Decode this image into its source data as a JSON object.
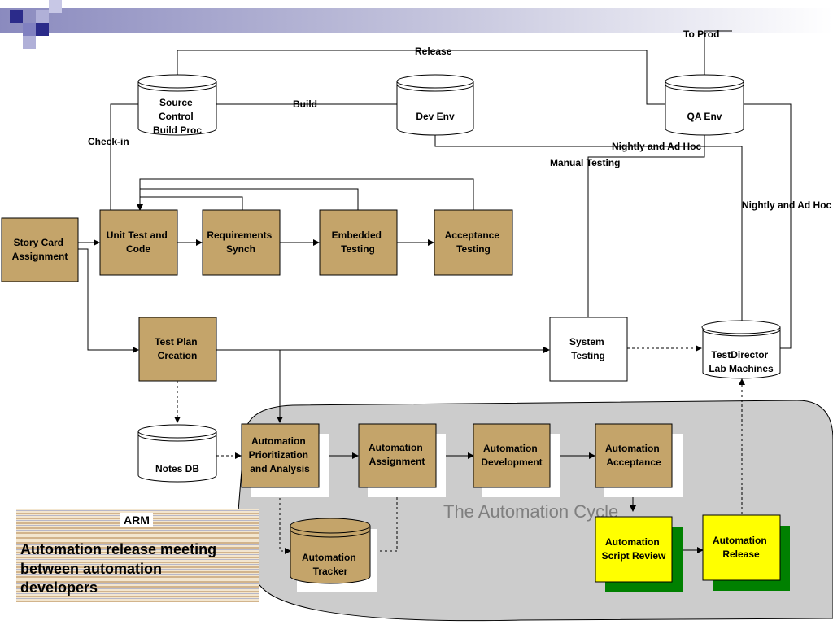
{
  "colors": {
    "box_fill": "#c4a46a",
    "yellow_fill": "#ffff00",
    "green_shadow": "#008000",
    "cloud_fill": "#cccccc",
    "line": "#000000",
    "cycle_label": "#7f7f7f",
    "header_start": "#2b2b8a"
  },
  "nodes": {
    "source_control": [
      "Source",
      "Control",
      "Build Proc"
    ],
    "dev_env": "Dev Env",
    "qa_env": "QA Env",
    "story_card": [
      "Story Card",
      "Assignment"
    ],
    "unit_test": [
      "Unit Test and",
      "Code"
    ],
    "req_synch": [
      "Requirements",
      "Synch"
    ],
    "embedded": [
      "Embedded",
      "Testing"
    ],
    "acceptance": [
      "Acceptance",
      "Testing"
    ],
    "test_plan": [
      "Test Plan",
      "Creation"
    ],
    "system_testing": [
      "System",
      "Testing"
    ],
    "testdirector": [
      "TestDirector",
      "Lab Machines"
    ],
    "notes_db": "Notes DB",
    "auto_prior": [
      "Automation",
      "Prioritization",
      "and Analysis"
    ],
    "auto_assign": [
      "Automation",
      "Assignment"
    ],
    "auto_dev": [
      "Automation",
      "Development"
    ],
    "auto_accept": [
      "Automation",
      "Acceptance"
    ],
    "auto_tracker": [
      "Automation",
      "Tracker"
    ],
    "auto_review": [
      "Automation",
      "Script Review"
    ],
    "auto_release": [
      "Automation",
      "Release"
    ]
  },
  "edge_labels": {
    "to_prod": "To Prod",
    "release": "Release",
    "build": "Build",
    "check_in": "Check-in",
    "nightly_1": "Nightly and Ad Hoc",
    "manual_testing": "Manual Testing",
    "nightly_2": "Nightly and Ad Hoc"
  },
  "cycle_label": "The Automation Cycle",
  "arm": {
    "title": "ARM",
    "description": [
      "Automation release meeting",
      "between automation",
      "developers"
    ]
  }
}
